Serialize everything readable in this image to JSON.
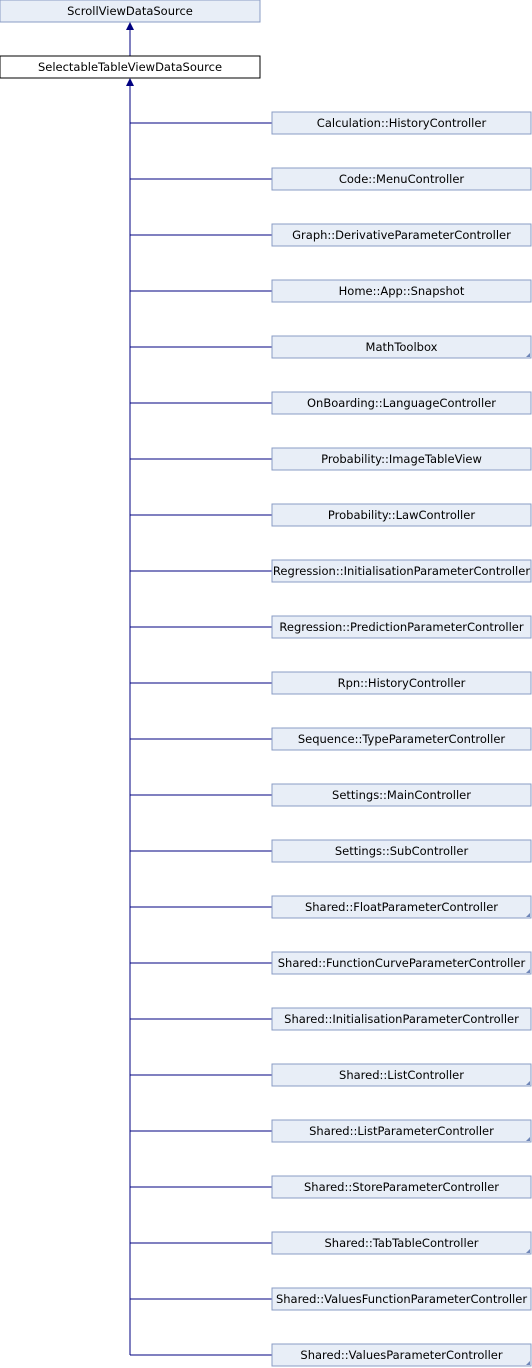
{
  "diagram": {
    "base_class": {
      "label": "ScrollViewDataSource",
      "style": "inherited"
    },
    "current_class": {
      "label": "SelectableTableViewDataSource",
      "style": "current"
    },
    "derived_classes": [
      {
        "label": "Calculation::HistoryController",
        "has_more": false
      },
      {
        "label": "Code::MenuController",
        "has_more": false
      },
      {
        "label": "Graph::DerivativeParameterController",
        "has_more": false
      },
      {
        "label": "Home::App::Snapshot",
        "has_more": false
      },
      {
        "label": "MathToolbox",
        "has_more": true
      },
      {
        "label": "OnBoarding::LanguageController",
        "has_more": false
      },
      {
        "label": "Probability::ImageTableView",
        "has_more": false
      },
      {
        "label": "Probability::LawController",
        "has_more": false
      },
      {
        "label": "Regression::InitialisationParameterController",
        "has_more": false
      },
      {
        "label": "Regression::PredictionParameterController",
        "has_more": false
      },
      {
        "label": "Rpn::HistoryController",
        "has_more": false
      },
      {
        "label": "Sequence::TypeParameterController",
        "has_more": false
      },
      {
        "label": "Settings::MainController",
        "has_more": false
      },
      {
        "label": "Settings::SubController",
        "has_more": false
      },
      {
        "label": "Shared::FloatParameterController",
        "has_more": true
      },
      {
        "label": "Shared::FunctionCurveParameterController",
        "has_more": true
      },
      {
        "label": "Shared::InitialisationParameterController",
        "has_more": false
      },
      {
        "label": "Shared::ListController",
        "has_more": true
      },
      {
        "label": "Shared::ListParameterController",
        "has_more": true
      },
      {
        "label": "Shared::StoreParameterController",
        "has_more": false
      },
      {
        "label": "Shared::TabTableController",
        "has_more": true
      },
      {
        "label": "Shared::ValuesFunctionParameterController",
        "has_more": false
      },
      {
        "label": "Shared::ValuesParameterController",
        "has_more": true
      }
    ],
    "colors": {
      "node_fill": "#e8eef7",
      "node_border": "#8a9cc4",
      "current_fill": "#ffffff",
      "current_border": "#000000",
      "edge": "#000080",
      "more_marker": "#6f86b8"
    }
  }
}
